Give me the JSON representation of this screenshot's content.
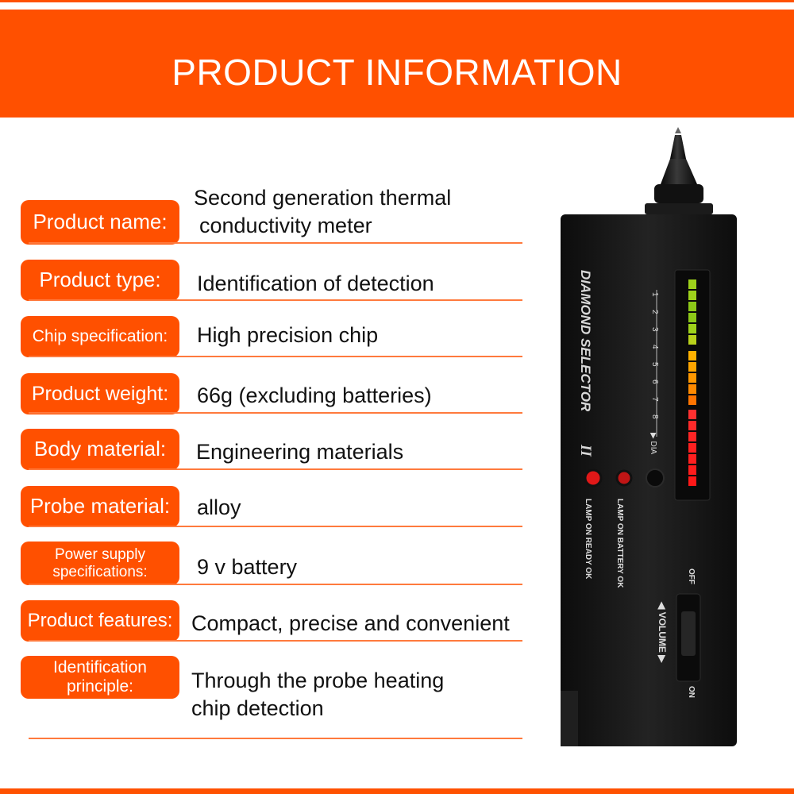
{
  "header": {
    "title": "PRODUCT INFORMATION"
  },
  "specs": [
    {
      "label": "Product name:",
      "value_lines": [
        "Second generation thermal",
        "conductivity meter"
      ]
    },
    {
      "label": "Product type:",
      "value_lines": [
        "Identification of detection"
      ]
    },
    {
      "label": "Chip specification:",
      "value_lines": [
        "High precision chip"
      ]
    },
    {
      "label": "Product weight:",
      "value_lines": [
        "66g (excluding batteries)"
      ]
    },
    {
      "label": "Body material:",
      "value_lines": [
        "Engineering materials"
      ]
    },
    {
      "label": "Probe material:",
      "value_lines": [
        "alloy"
      ]
    },
    {
      "label_lines": [
        "Power supply",
        "specifications:"
      ],
      "value_lines": [
        "9 v battery"
      ]
    },
    {
      "label": "Product features:",
      "value_lines": [
        "Compact, precise and convenient"
      ]
    },
    {
      "label_lines": [
        "Identification",
        "principle:"
      ],
      "value_lines": [
        "Through the probe heating",
        "chip detection"
      ]
    }
  ],
  "device": {
    "brand": "DIAMOND SELECTOR",
    "model": "II",
    "scale": [
      "1",
      "2",
      "3",
      "4",
      "5",
      "6",
      "7",
      "8"
    ],
    "dia_label": "▶ DIA",
    "lamp_ready": "LAMP ON READY OK",
    "lamp_battery": "LAMP ON BATTERY OK",
    "volume_label": "◀ VOLUME ▶",
    "off_label": "OFF",
    "on_label": "ON"
  },
  "colors": {
    "accent": "#ff5000",
    "device_body": "#151515",
    "text": "#111111"
  }
}
